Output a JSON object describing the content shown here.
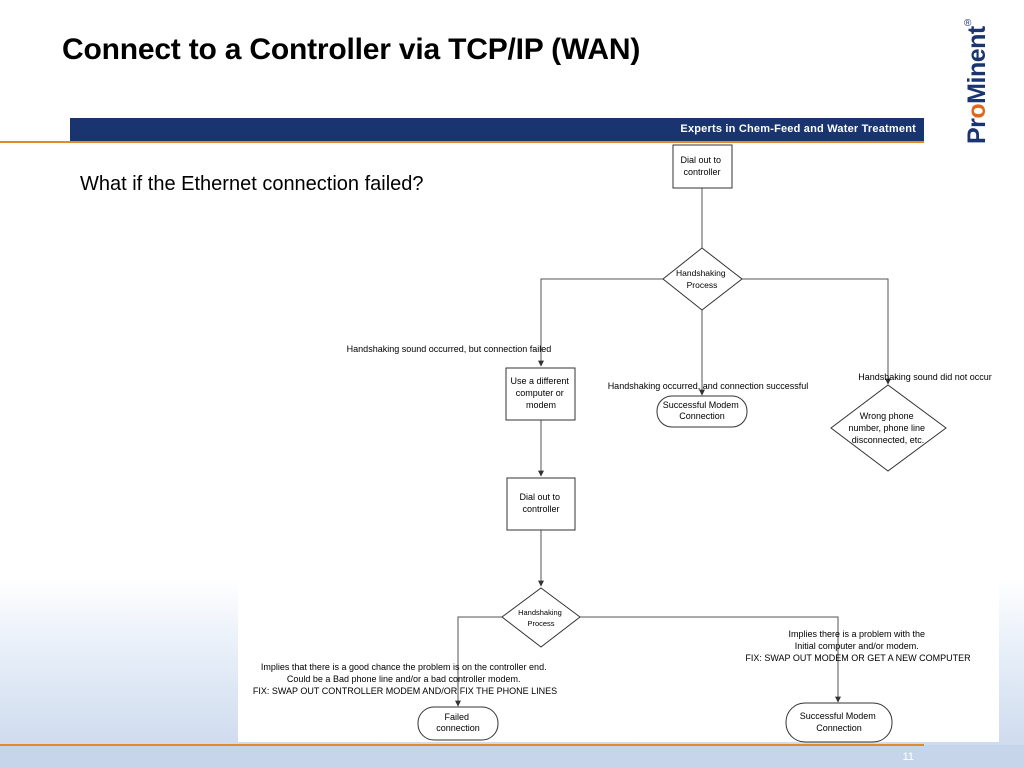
{
  "slide": {
    "title": "Connect to a Controller via TCP/IP (WAN)",
    "tagline": "Experts in Chem-Feed and Water Treatment",
    "subtitle": "What if the Ethernet connection failed?",
    "page_number": "11"
  },
  "brand": {
    "logo_text": "ProMinent",
    "registered_mark": "®",
    "navy": "#1a3470",
    "orange": "#e08a2a",
    "logo_orange_o": "#e0661a"
  },
  "flowchart": {
    "nodes": {
      "dial1": [
        "Dial out to",
        "controller"
      ],
      "hand1": [
        "Handshaking",
        "Process"
      ],
      "use_diff": [
        "Use a different",
        "computer or",
        "modem"
      ],
      "success1": [
        "Successful Modem",
        "Connection"
      ],
      "wrong": [
        "Wrong phone",
        "number, phone line",
        "disconnected, etc."
      ],
      "dial2": [
        "Dial out to",
        "controller"
      ],
      "hand2": [
        "Handshaking",
        "Process"
      ],
      "failed": [
        "Failed",
        "connection"
      ],
      "success2": [
        "Successful Modem",
        "Connection"
      ]
    },
    "labels": {
      "left_branch": "Handshaking sound occurred, but connection failed",
      "middle_branch": "Handshaking occurred, and connection successful",
      "right_branch": "Handshaking sound did not occur",
      "controller_end": [
        "Implies that there is a good chance the problem is on the controller end.",
        "Could be a Bad phone line and/or a bad controller modem.",
        "FIX: SWAP OUT CONTROLLER MODEM AND/OR FIX THE PHONE LINES"
      ],
      "computer_end": [
        "Implies there is a problem with the",
        "Initial computer and/or modem.",
        "FIX: SWAP OUT MODEM OR GET A NEW COMPUTER"
      ]
    }
  }
}
